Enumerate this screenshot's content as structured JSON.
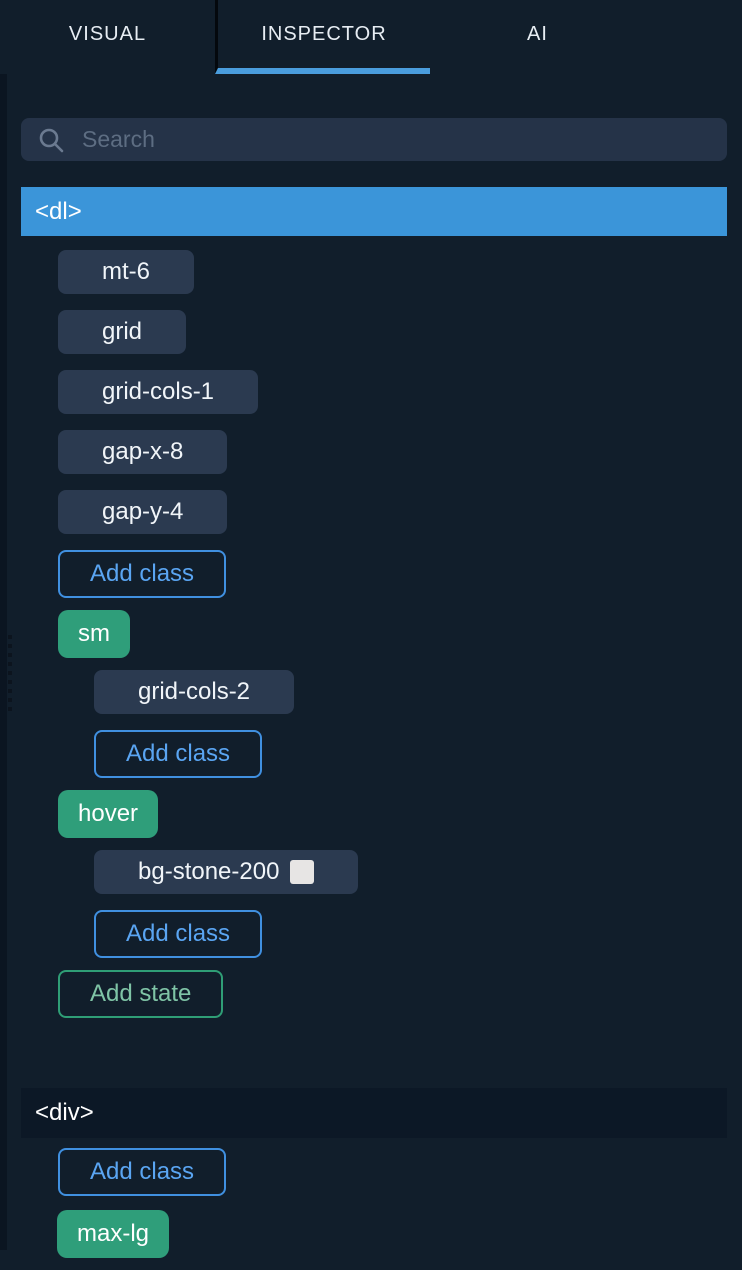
{
  "tabs": {
    "visual": "VISUAL",
    "inspector": "INSPECTOR",
    "ai": "AI",
    "active_tab": "INSPECTOR"
  },
  "search": {
    "placeholder": "Search"
  },
  "inspector": {
    "elements": [
      {
        "tag": "<dl>",
        "selected": true,
        "classes": [
          "mt-6",
          "grid",
          "grid-cols-1",
          "gap-x-8",
          "gap-y-4"
        ],
        "add_class_label": "Add class",
        "states": [
          {
            "name": "sm",
            "classes": [
              "grid-cols-2"
            ],
            "add_class_label": "Add class"
          },
          {
            "name": "hover",
            "classes": [
              {
                "name": "bg-stone-200",
                "swatch": "#e7e5e4"
              }
            ],
            "add_class_label": "Add class"
          }
        ],
        "add_state_label": "Add state"
      },
      {
        "tag": "<div>",
        "selected": false,
        "add_class_label": "Add class",
        "states": [
          {
            "name": "max-lg"
          }
        ]
      }
    ]
  },
  "colors": {
    "selected_row_blue": "#3b95d9",
    "tab_underline_blue": "#4a9ddd",
    "class_chip_bg": "#2b3a50",
    "state_chip_teal": "#2f9e7a",
    "add_class_blue": "#5aa5f2",
    "add_state_green": "#7fc4a6",
    "stone_200_swatch": "#e7e5e4"
  }
}
